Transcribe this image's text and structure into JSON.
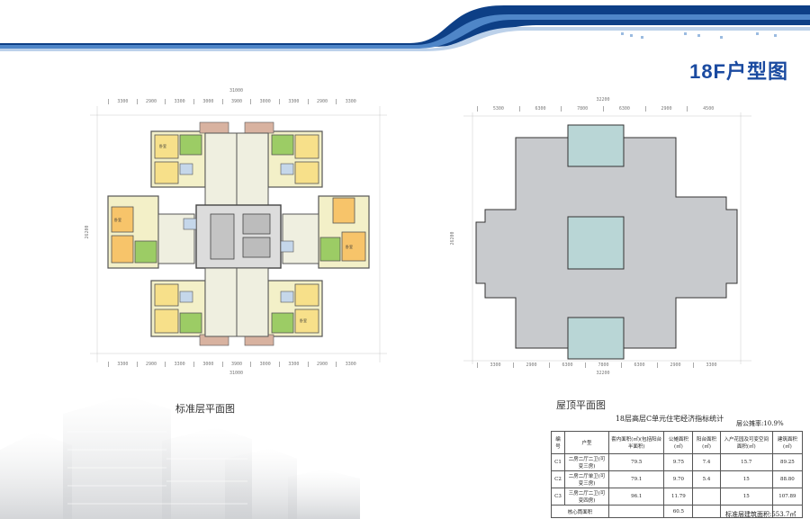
{
  "page": {
    "title": "18F户型图"
  },
  "captions": {
    "standard_floor": "标准层平面图",
    "roof": "屋顶平面图"
  },
  "standard_plan": {
    "top_total": "31000",
    "top_dims": [
      "3300",
      "2900",
      "3300",
      "3000",
      "3900",
      "3000",
      "3300",
      "2900",
      "3300"
    ],
    "bottom_dims": [
      "3300",
      "2900",
      "3300",
      "3000",
      "3900",
      "3000",
      "3300",
      "2900",
      "3300"
    ],
    "bottom_total": "31000",
    "left_total": "26200",
    "room_label": "卧室"
  },
  "roof_plan": {
    "top_total": "32200",
    "top_dims": [
      "5300",
      "6300",
      "7800",
      "6300",
      "2900",
      "4500"
    ],
    "bottom_dims": [
      "3300",
      "2900",
      "6300",
      "7800",
      "6300",
      "2900",
      "3300"
    ],
    "bottom_total": "32200",
    "left_total": "26200"
  },
  "econ": {
    "title": "18层高层C单元住宅经济指标统计",
    "ratio": "层公摊率:10.9%",
    "headers": [
      "编号",
      "户型",
      "套内面积(㎡)(包括阳台半面积)",
      "公摊面积(㎡)",
      "阳台面积(㎡)",
      "入户花园及可变空间面积(㎡)",
      "建筑面积(㎡)"
    ],
    "rows": [
      [
        "C1",
        "二房二厅二卫(可变三房)",
        "79.5",
        "9.75",
        "7.4",
        "15.7",
        "89.25"
      ],
      [
        "C2",
        "二房二厅单卫(可变三房)",
        "79.1",
        "9.70",
        "5.4",
        "15",
        "88.80"
      ],
      [
        "C3",
        "三房二厅二卫(可变四房)",
        "96.1",
        "11.79",
        "",
        "15",
        "107.89"
      ]
    ],
    "core_label": "核心筒面积",
    "core_value": "60.5",
    "total": "标准层建筑面积:553.7㎡"
  },
  "colors": {
    "accent": "#1a4aa0",
    "wall": "#555555",
    "roof_gray": "#c8cacd",
    "roof_blue": "#b9d6d6"
  }
}
